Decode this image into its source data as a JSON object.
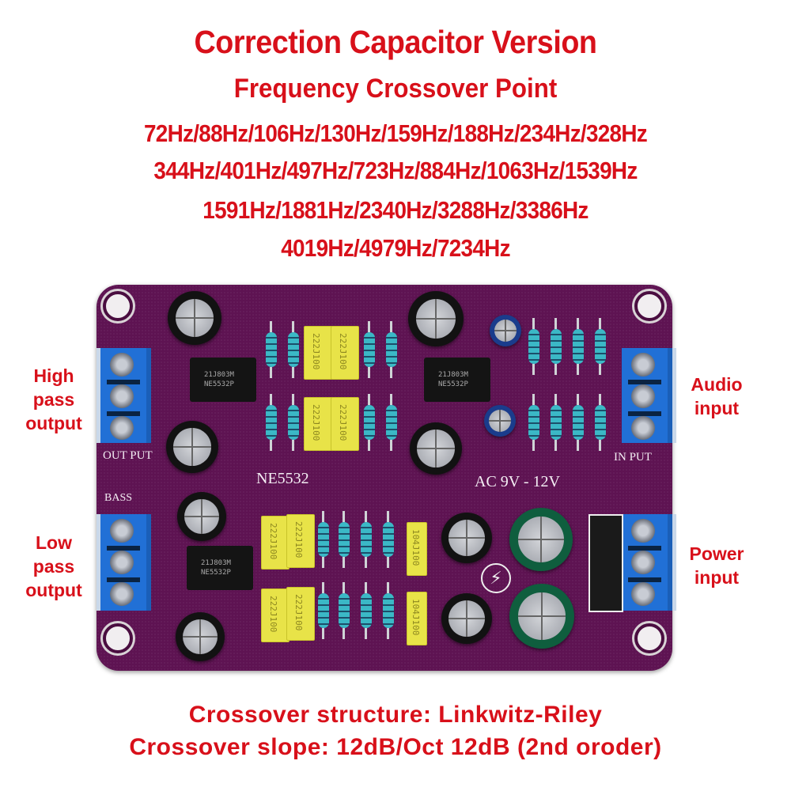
{
  "header": {
    "title": "Correction Capacitor Version",
    "subtitle": "Frequency Crossover Point",
    "frequency_lines": [
      "72Hz/88Hz/106Hz/130Hz/159Hz/188Hz/234Hz/328Hz",
      "344Hz/401Hz/497Hz/723Hz/884Hz/1063Hz/1539Hz",
      "1591Hz/1881Hz/2340Hz/3288Hz/3386Hz",
      "4019Hz/4979Hz/7234Hz"
    ],
    "frequencies_hz": [
      72,
      88,
      106,
      130,
      159,
      188,
      234,
      328,
      344,
      401,
      497,
      723,
      884,
      1063,
      1539,
      1591,
      1881,
      2340,
      3288,
      3386,
      4019,
      4979,
      7234
    ]
  },
  "callouts": {
    "high_pass": "High pass output",
    "high_pass_lines": [
      "High",
      "pass",
      "output"
    ],
    "low_pass_lines": [
      "Low",
      "pass",
      "output"
    ],
    "audio_input_lines": [
      "Audio",
      "input"
    ],
    "power_input_lines": [
      "Power",
      "input"
    ]
  },
  "board": {
    "silkscreen": {
      "output": "OUT PUT",
      "input": "IN PUT",
      "bass": "BASS",
      "chip_name": "NE5532",
      "power_spec": "AC 9V - 12V"
    },
    "ic_marking": [
      "21J803M",
      "NE5532P"
    ],
    "film_cap_small": "222J100",
    "film_cap_large": "104J100",
    "colors": {
      "pcb": "#5e1352",
      "terminal": "#2170d6",
      "text_red": "#d8101a"
    }
  },
  "footer": {
    "structure": "Crossover structure: Linkwitz-Riley",
    "slope": "Crossover slope: 12dB/Oct 12dB (2nd oroder)"
  }
}
